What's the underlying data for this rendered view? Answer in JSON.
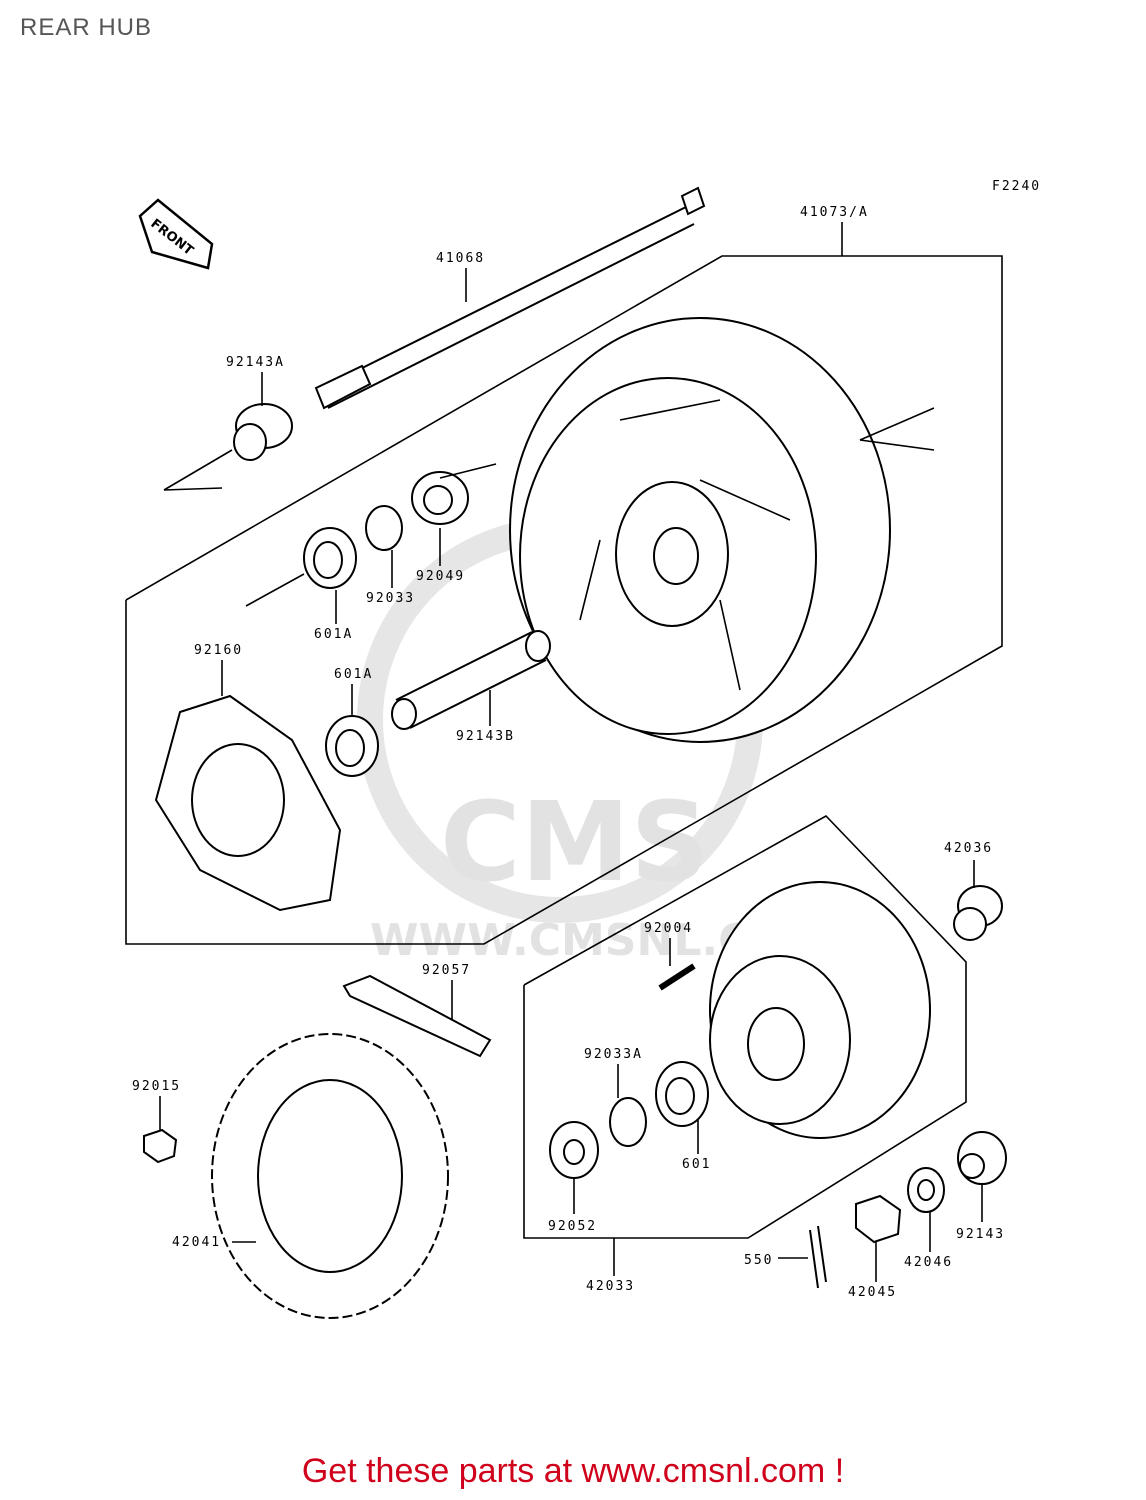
{
  "page": {
    "title": "REAR HUB"
  },
  "diagram": {
    "code": "F2240",
    "front_label": "FRONT",
    "watermark": {
      "brand": "CMS",
      "url": "WWW.CMSNL.COM"
    },
    "parts": [
      {
        "id": "41073/A"
      },
      {
        "id": "41068"
      },
      {
        "id": "92143A"
      },
      {
        "id": "92049"
      },
      {
        "id": "92033"
      },
      {
        "id": "601A"
      },
      {
        "id": "92160"
      },
      {
        "id": "601A"
      },
      {
        "id": "92143B"
      },
      {
        "id": "42036"
      },
      {
        "id": "92004"
      },
      {
        "id": "92057"
      },
      {
        "id": "92033A"
      },
      {
        "id": "92015"
      },
      {
        "id": "601"
      },
      {
        "id": "92052"
      },
      {
        "id": "42041"
      },
      {
        "id": "42033"
      },
      {
        "id": "550"
      },
      {
        "id": "42045"
      },
      {
        "id": "42046"
      },
      {
        "id": "92143"
      }
    ]
  },
  "footer": {
    "text": "Get these parts at www.cmsnl.com !"
  }
}
